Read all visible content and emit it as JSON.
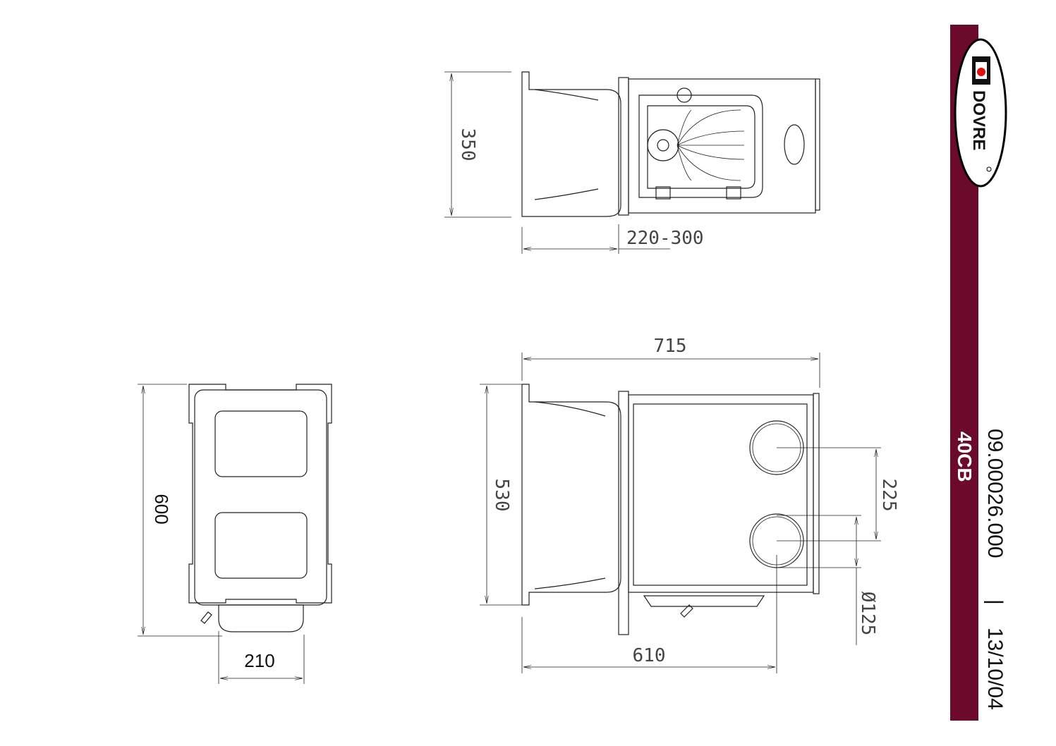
{
  "dimensions": {
    "top_height": "350",
    "top_depth": "220-300",
    "side_width": "715",
    "side_height": "530",
    "side_depth": "610",
    "flue_spacing": "225",
    "flue_diameter": "Ø125",
    "front_height": "600",
    "front_width": "210"
  },
  "title_block": {
    "model": "40CB",
    "drawing_number": "09.00026.000",
    "separator": "|",
    "date": "13/10/04",
    "brand_logo": "DOVRE",
    "bar_color": "#6b0a2a"
  }
}
